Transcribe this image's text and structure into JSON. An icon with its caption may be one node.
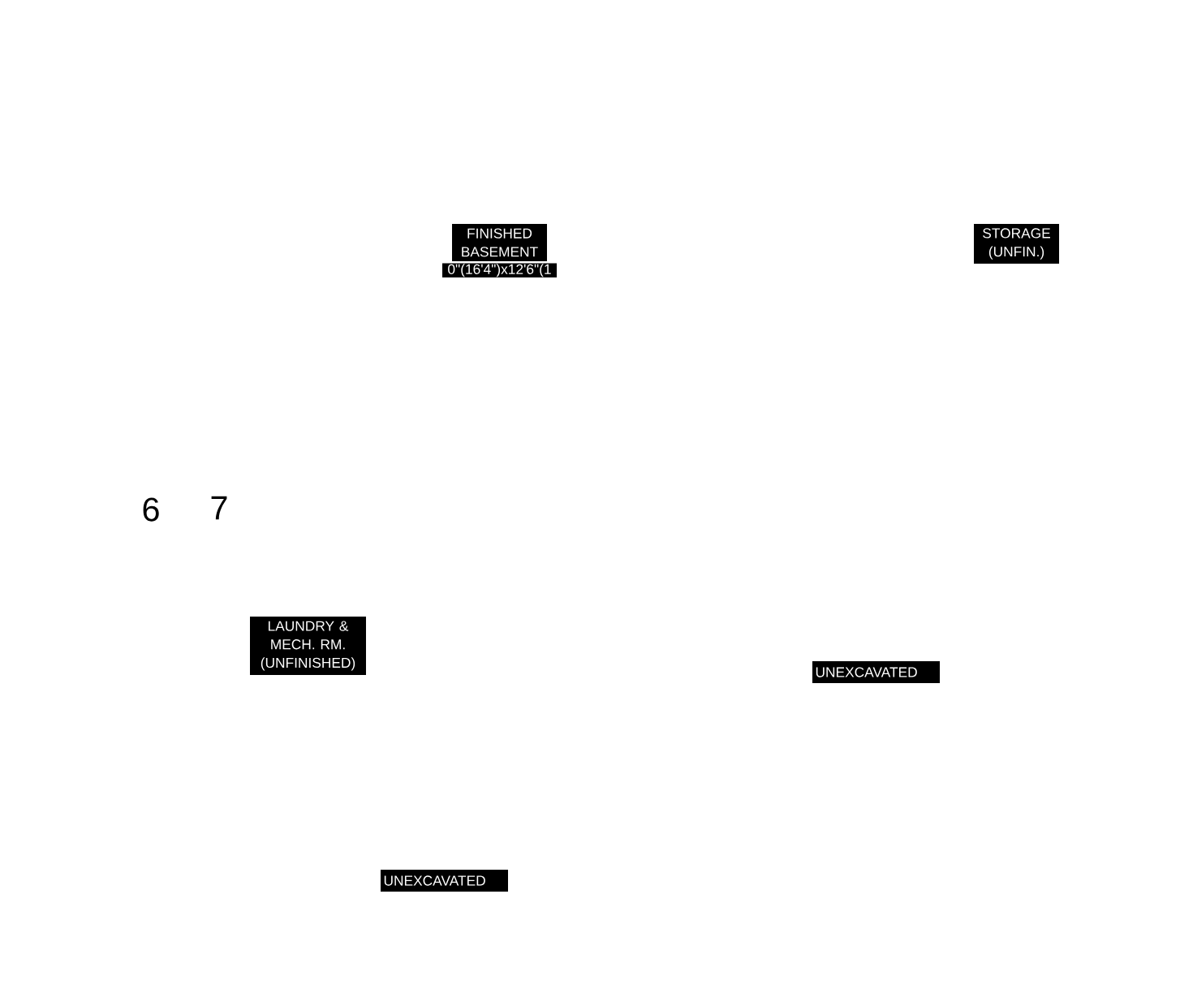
{
  "diagram": {
    "nodes": [
      {
        "text": [
          "FINISHED BASEMENT",
          "0\"(16'4\")x12'6\"(1"
        ]
      },
      {
        "text": [
          "STORAGE (UNFIN.)"
        ]
      },
      {
        "text": [
          "LAUNDRY & MECH. RM. (UNFINISHED)"
        ]
      },
      {
        "text": [
          "UNEXCAVATED"
        ]
      },
      {
        "text": [
          "UNEXCAVATED"
        ]
      }
    ],
    "labels": [
      "6",
      "7"
    ]
  }
}
